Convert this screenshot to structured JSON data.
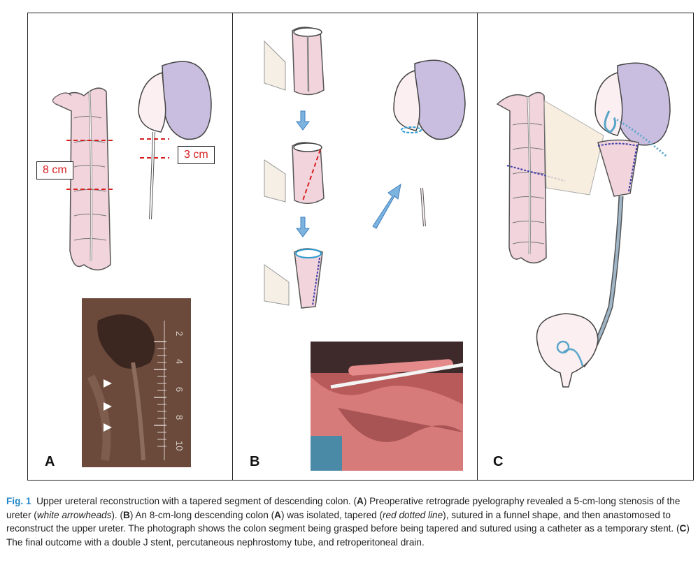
{
  "panels": {
    "a": {
      "letter": "A",
      "label_colon_length": "8 cm",
      "label_ureter_length": "3 cm"
    },
    "b": {
      "letter": "B"
    },
    "c": {
      "letter": "C"
    }
  },
  "xray_ruler_numbers": [
    "2",
    "4",
    "6",
    "8",
    "10"
  ],
  "caption": {
    "fig_label": "Fig. 1",
    "intro": "Upper ureteral reconstruction with a tapered segment of descending colon. (",
    "a_ref": "A",
    "text_1": ") Preoperative retrograde pyelography revealed a 5-cm-long stenosis of the ureter (",
    "em_arrowheads": "white arrowheads",
    "text_2": "). (",
    "b_ref": "B",
    "text_3": ") An 8-cm-long descending colon (",
    "a_ref_2": "A",
    "text_4": ") was isolated, tapered (",
    "em_dotted": "red dotted line",
    "text_5": "), sutured in a funnel shape, and then anastomosed to reconstruct the upper ureter. The photograph shows the colon segment being grasped before being tapered and sutured using a catheter as a temporary stent. (",
    "c_ref": "C",
    "text_6": ") The final outcome with a double J stent, percutaneous nephrostomy tube, and retroperitoneal drain."
  },
  "colors": {
    "kidney": "#c9bde0",
    "colon": "#f2d4dc",
    "dashed_red": "#d62020",
    "suture_blue": "#3d3fa8",
    "stent_blue": "#5aa5c9",
    "caption_accent": "#1f86c8"
  }
}
